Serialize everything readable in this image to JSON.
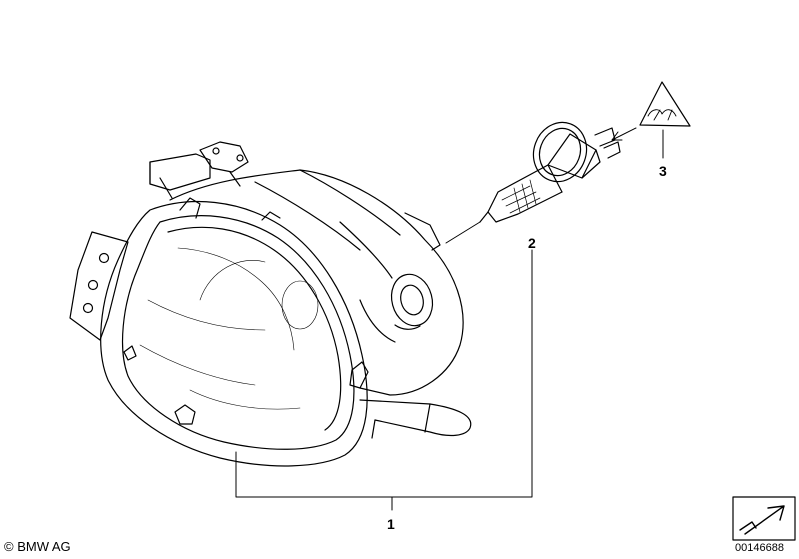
{
  "callouts": {
    "item1": "1",
    "item2": "2",
    "item3": "3"
  },
  "footer": {
    "copyright": "© BMW AG",
    "document_number": "00146688"
  }
}
